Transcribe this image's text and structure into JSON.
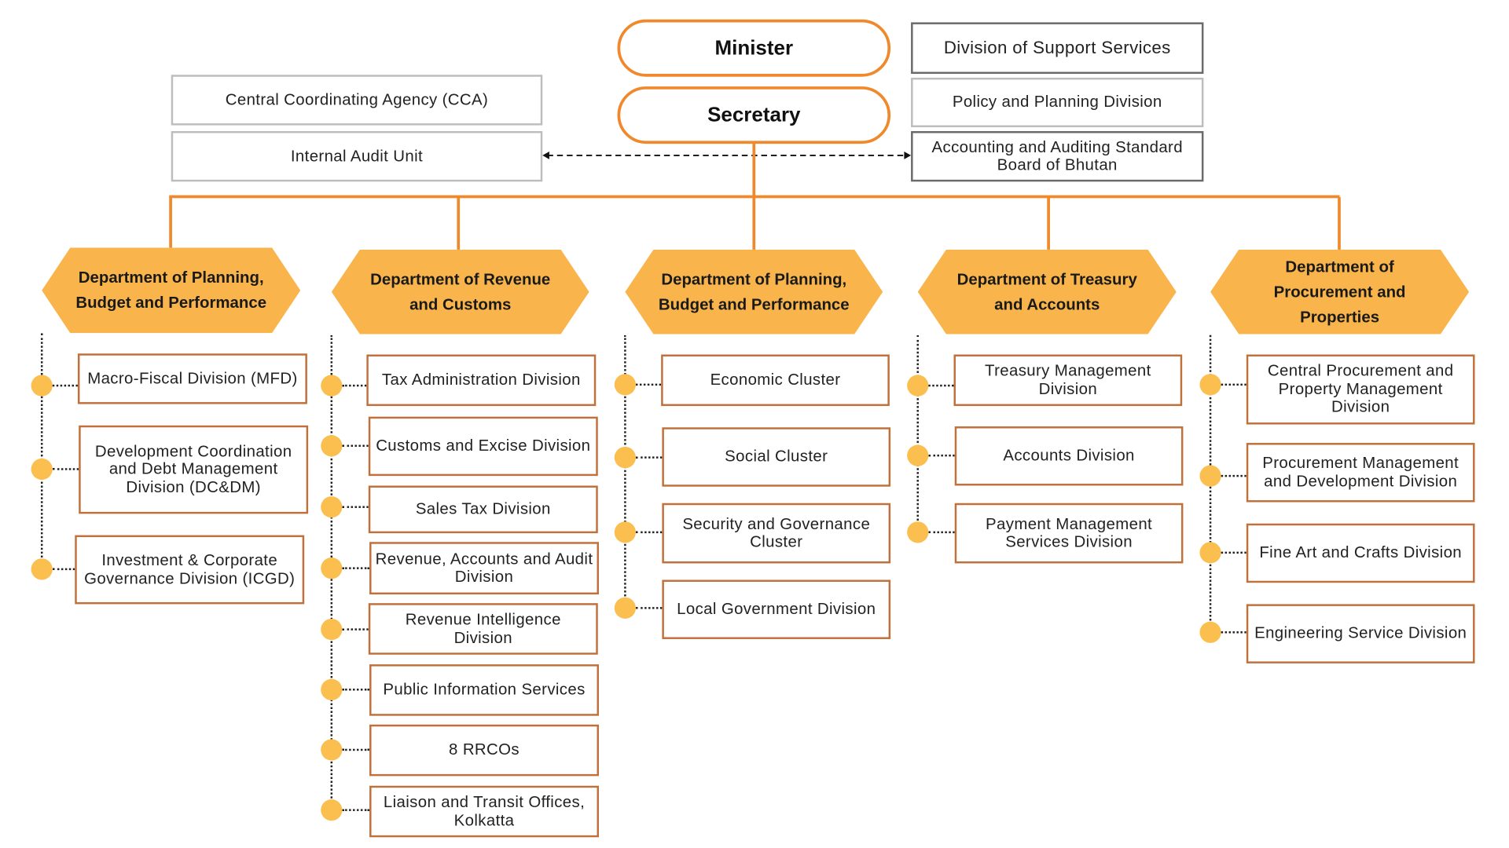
{
  "colors": {
    "accent_line": "#f0892b",
    "department_fill": "#f9b54c",
    "bullet": "#fbbf4f",
    "division_border": "#c0703b"
  },
  "top": {
    "minister": "Minister",
    "secretary": "Secretary"
  },
  "left_units": [
    "Central Coordinating Agency (CCA)",
    "Internal Audit Unit"
  ],
  "right_units": [
    "Division of Support Services",
    "Policy and Planning Division",
    "Accounting and Auditing Standard Board of Bhutan"
  ],
  "departments": [
    {
      "name": "Department of Planning, Budget and Performance",
      "divisions": [
        "Macro-Fiscal Division (MFD)",
        "Development Coordination and Debt Management Division (DC&DM)",
        "Investment & Corporate Governance Division (ICGD)"
      ]
    },
    {
      "name": "Department of Revenue and Customs",
      "divisions": [
        "Tax Administration Division",
        "Customs and Excise Division",
        "Sales Tax Division",
        "Revenue, Accounts and Audit Division",
        "Revenue Intelligence Division",
        "Public Information Services",
        "8 RRCOs",
        "Liaison and Transit Offices, Kolkatta"
      ]
    },
    {
      "name": "Department of Planning, Budget and Performance",
      "divisions": [
        "Economic Cluster",
        "Social Cluster",
        "Security and Governance Cluster",
        "Local Government Division"
      ]
    },
    {
      "name": "Department of Treasury and Accounts",
      "divisions": [
        "Treasury Management Division",
        "Accounts Division",
        "Payment Management Services Division"
      ]
    },
    {
      "name": "Department of Procurement and Properties",
      "divisions": [
        "Central Procurement and Property Management Division",
        "Procurement Management and Development Division",
        "Fine Art and Crafts Division",
        "Engineering Service Division"
      ]
    }
  ]
}
